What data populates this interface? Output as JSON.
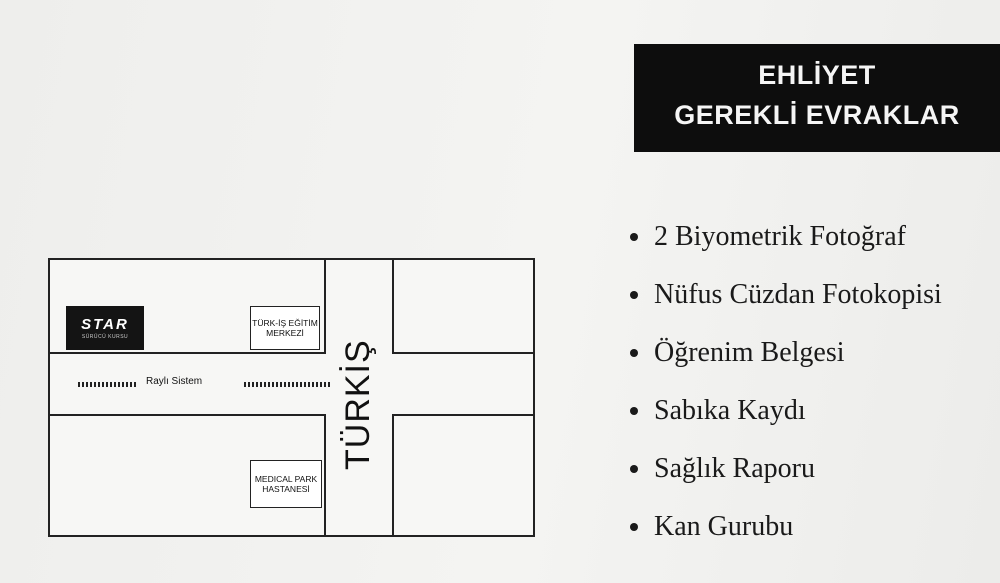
{
  "banner": {
    "line1": "EHLİYET",
    "line2": "GEREKLİ EVRAKLAR"
  },
  "documents": [
    "2 Biyometrik Fotoğraf",
    "Nüfus Cüzdan Fotokopisi",
    "Öğrenim Belgesi",
    "Sabıka Kaydı",
    "Sağlık Raporu",
    "Kan Gurubu"
  ],
  "map": {
    "logo_text": "STAR",
    "logo_subtext": "SÜRÜCÜ KURSU",
    "training_center": "TÜRK-İŞ EĞİTİM MERKEZİ",
    "hospital": "MEDICAL PARK HASTANESİ",
    "street_name": "TÜRKİŞ",
    "rail_label": "Raylı Sistem"
  },
  "colors": {
    "banner_bg": "#0d0d0d",
    "banner_text": "#f5f5f5",
    "text": "#1a1a1a",
    "background": "#f1f1ef"
  }
}
